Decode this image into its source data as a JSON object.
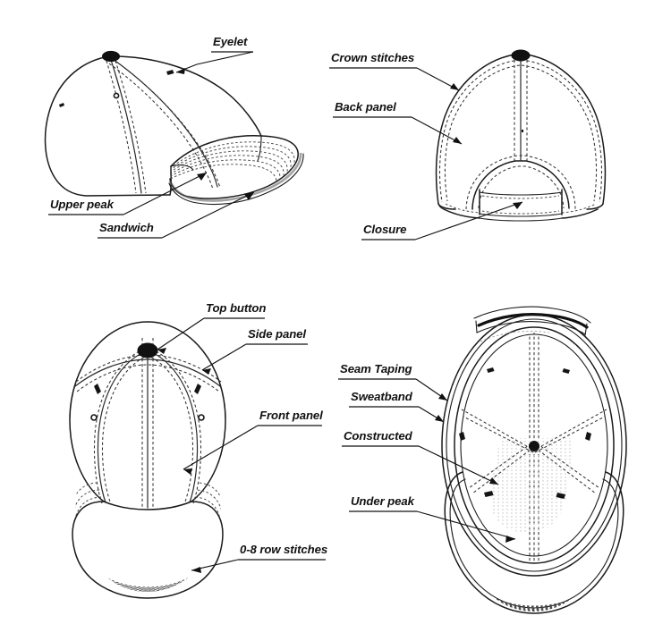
{
  "figure": {
    "title": "Baseball cap construction parts diagram",
    "background_color": "#ffffff",
    "line_color": "#1a1a1a",
    "stitch_color": "#333333"
  },
  "views": [
    {
      "id": "side-view",
      "name": "Side three-quarter view of cap",
      "position": "top-left",
      "labels": [
        "eyelet",
        "upper_peak",
        "sandwich"
      ]
    },
    {
      "id": "back-view",
      "name": "Back view of cap",
      "position": "top-right",
      "labels": [
        "crown_stitches",
        "back_panel",
        "closure"
      ]
    },
    {
      "id": "front-view",
      "name": "Front view of cap",
      "position": "bottom-left",
      "labels": [
        "top_button",
        "side_panel",
        "front_panel",
        "row_stitches"
      ]
    },
    {
      "id": "underside-view",
      "name": "Underside interior view of cap",
      "position": "bottom-right",
      "labels": [
        "seam_taping",
        "sweatband",
        "constructed",
        "under_peak"
      ]
    }
  ],
  "labels": {
    "eyelet": "Eyelet",
    "upper_peak": "Upper peak",
    "sandwich": "Sandwich",
    "crown_stitches": "Crown stitches",
    "back_panel": "Back panel",
    "closure": "Closure",
    "top_button": "Top button",
    "side_panel": "Side panel",
    "front_panel": "Front panel",
    "row_stitches": "0-8 row stitches",
    "seam_taping": "Seam Taping",
    "sweatband": "Sweatband",
    "constructed": "Constructed",
    "under_peak": "Under peak"
  }
}
